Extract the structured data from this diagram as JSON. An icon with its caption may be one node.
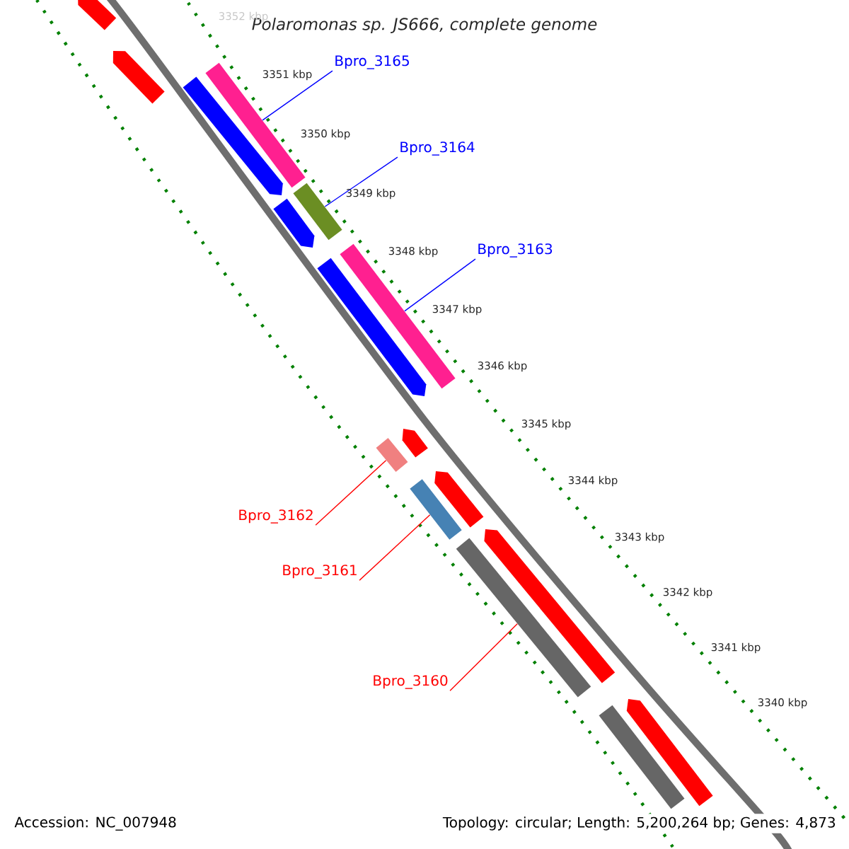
{
  "diagram": {
    "title": "Polaromonas sp. JS666, complete genome",
    "nodes": [
      {
        "text": [],
        "shape": "arrow"
      },
      {
        "text": [],
        "shape": "arrow"
      },
      {
        "text": [
          "Bpro_3165"
        ]
      },
      {
        "text": [],
        "shape": "arrow"
      },
      {
        "text": [],
        "shape": "bar"
      },
      {
        "text": [
          "Bpro_3164"
        ]
      },
      {
        "text": [],
        "shape": "arrow"
      },
      {
        "text": [],
        "shape": "bar"
      },
      {
        "text": [
          "Bpro_3163"
        ]
      },
      {
        "text": [],
        "shape": "arrow"
      },
      {
        "text": [],
        "shape": "bar"
      },
      {
        "text": [],
        "shape": "arrow"
      },
      {
        "text": [],
        "shape": "bar"
      },
      {
        "text": [
          "Bpro_3162"
        ]
      },
      {
        "text": [],
        "shape": "arrow"
      },
      {
        "text": [],
        "shape": "bar"
      },
      {
        "text": [
          "Bpro_3161"
        ]
      },
      {
        "text": [],
        "shape": "arrow"
      },
      {
        "text": [],
        "shape": "bar"
      },
      {
        "text": [
          "Bpro_3160"
        ]
      },
      {
        "text": [],
        "shape": "arrow"
      },
      {
        "text": [],
        "shape": "bar"
      }
    ],
    "edges": [
      {
        "from": 2,
        "to": 4,
        "arrow": "none",
        "color": "#0000ff"
      },
      {
        "from": 5,
        "to": 7,
        "arrow": "none",
        "color": "#0000ff"
      },
      {
        "from": 8,
        "to": 10,
        "arrow": "none",
        "color": "#0000ff"
      },
      {
        "from": 13,
        "to": 12,
        "arrow": "none",
        "color": "#ff0000"
      },
      {
        "from": 16,
        "to": 15,
        "arrow": "none",
        "color": "#ff0000"
      },
      {
        "from": 19,
        "to": 18,
        "arrow": "none",
        "color": "#ff0000"
      }
    ],
    "labels": [
      "3352 kbp",
      "3351 kbp",
      "3350 kbp",
      "3349 kbp",
      "3348 kbp",
      "3347 kbp",
      "3346 kbp",
      "3345 kbp",
      "3344 kbp",
      "3343 kbp",
      "3342 kbp",
      "3341 kbp",
      "3340 kbp",
      "Accession: NC_007948",
      "Topology: circular; Length: 5,200,264 bp; Genes: 4,873"
    ]
  }
}
